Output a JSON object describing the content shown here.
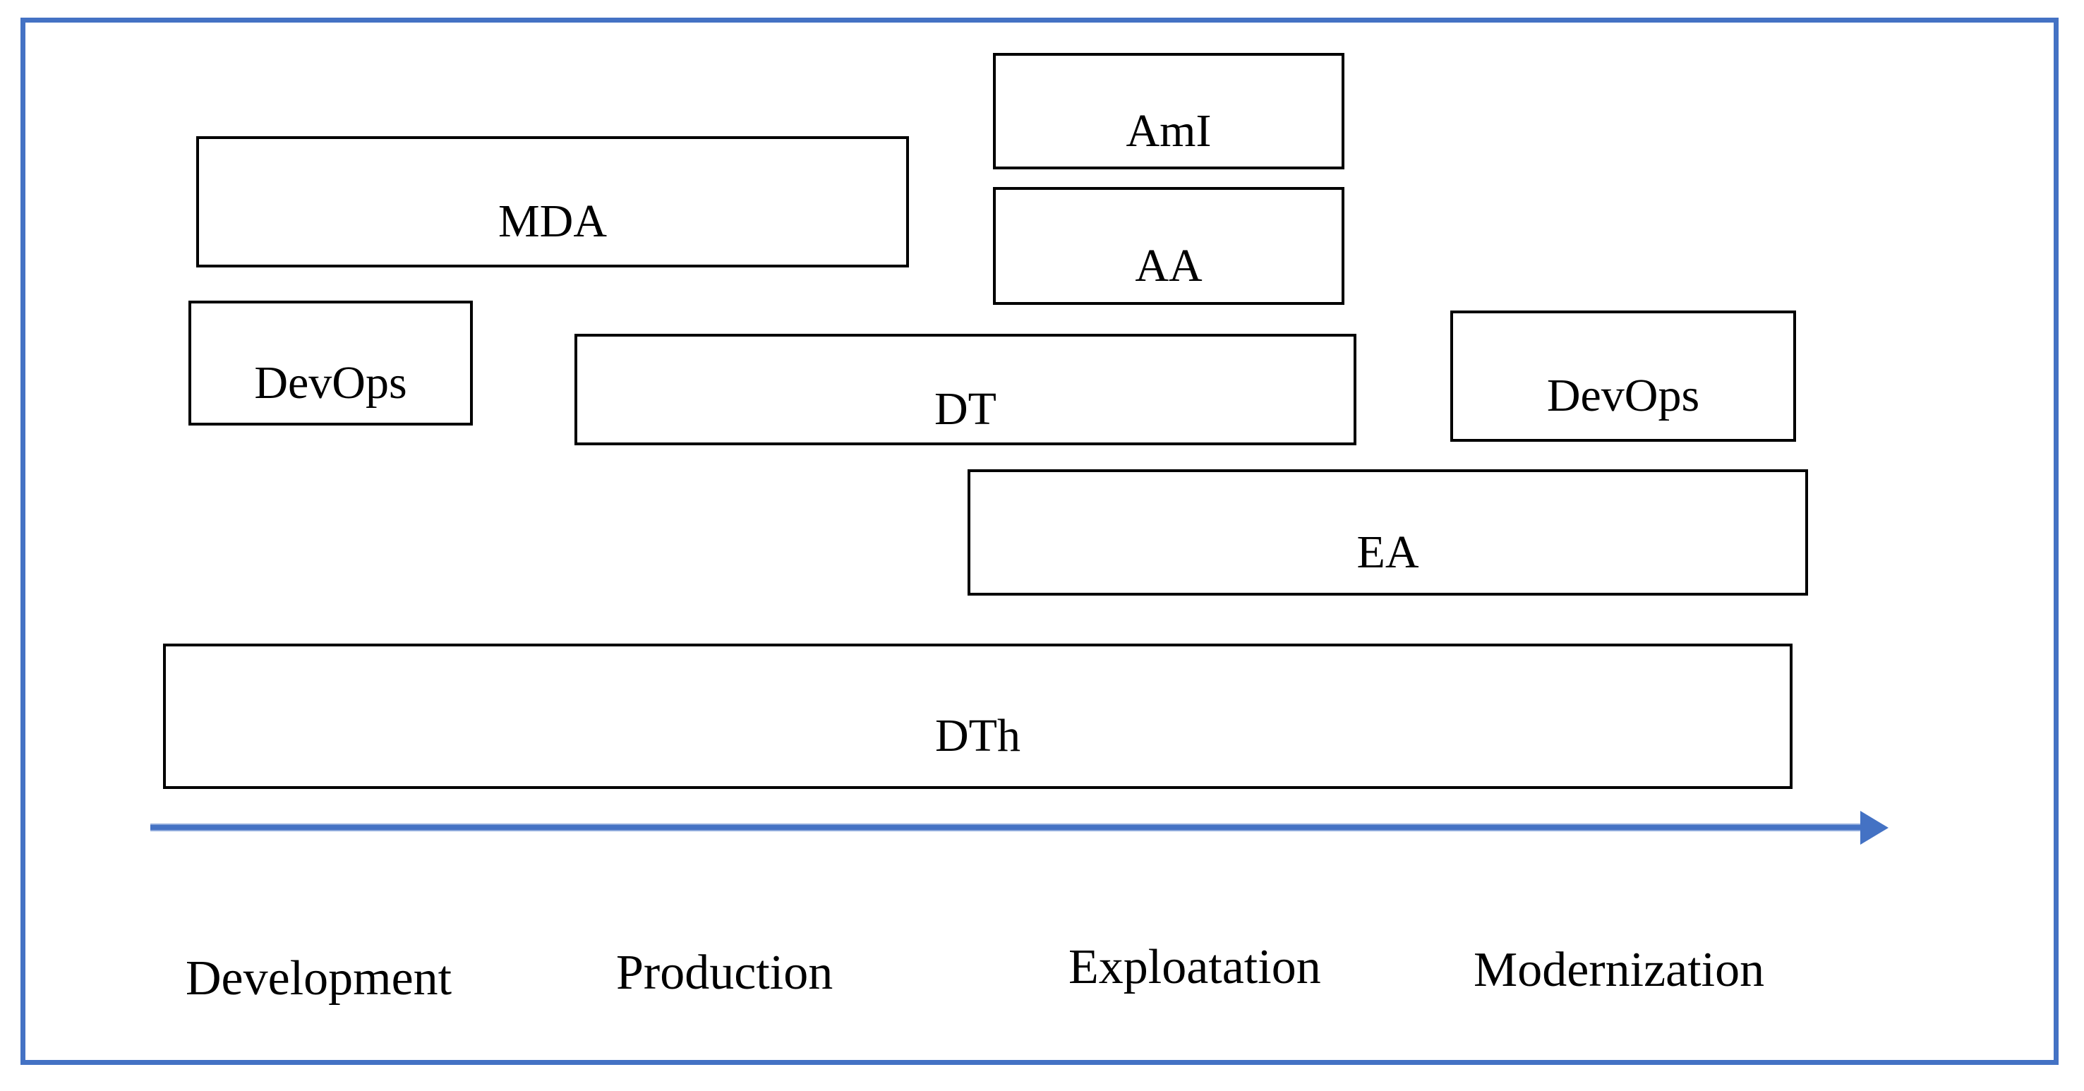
{
  "diagram": {
    "background_color": "#ffffff",
    "frame_color": "#4472C4",
    "box_border_color": "#000000",
    "text_color": "#000000",
    "arrow_color": "#4472C4"
  },
  "boxes": [
    {
      "name": "mda",
      "label": "MDA"
    },
    {
      "name": "ami",
      "label": "AmI"
    },
    {
      "name": "aa",
      "label": "AA"
    },
    {
      "name": "devops-left",
      "label": "DevOps"
    },
    {
      "name": "dt",
      "label": "DT"
    },
    {
      "name": "devops-right",
      "label": "DevOps"
    },
    {
      "name": "ea",
      "label": "EA"
    },
    {
      "name": "dth",
      "label": "DTh"
    }
  ],
  "timeline": {
    "phases": [
      {
        "name": "development",
        "label": "Development"
      },
      {
        "name": "production",
        "label": "Production"
      },
      {
        "name": "exploatation",
        "label": "Exploatation"
      },
      {
        "name": "modernization",
        "label": "Modernization"
      }
    ]
  }
}
